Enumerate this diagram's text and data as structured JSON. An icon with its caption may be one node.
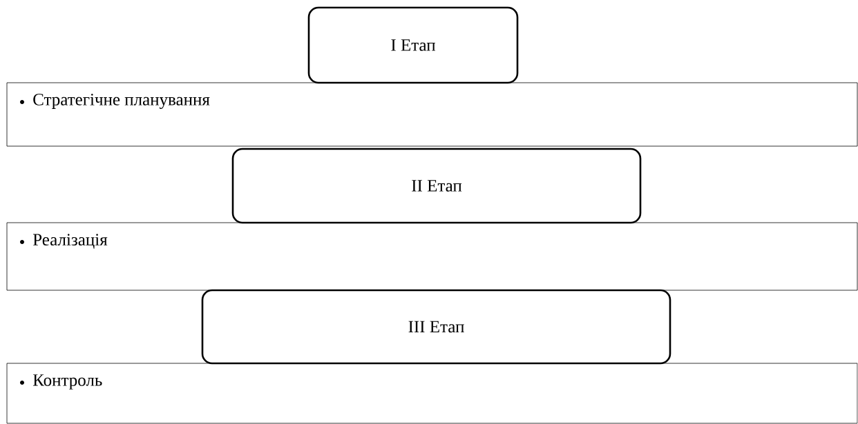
{
  "diagram": {
    "nodes": [
      {
        "text": [
          "I Етап"
        ]
      },
      {
        "text": [
          "Стратегічне планування"
        ]
      },
      {
        "text": [
          "II Етап"
        ]
      },
      {
        "text": [
          "Реалізація"
        ]
      },
      {
        "text": [
          "III Етап"
        ]
      },
      {
        "text": [
          "Контроль"
        ]
      }
    ]
  }
}
